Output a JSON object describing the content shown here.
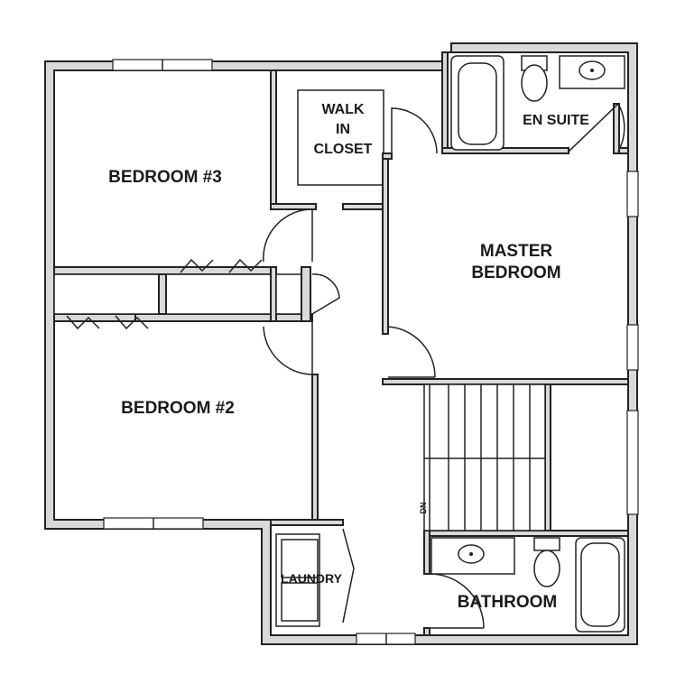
{
  "rooms": {
    "bedroom3": "BEDROOM #3",
    "bedroom2": "BEDROOM #2",
    "walk_in_closet": [
      "WALK",
      "IN",
      "CLOSET"
    ],
    "en_suite": "EN SUITE",
    "master_bedroom": [
      "MASTER",
      "BEDROOM"
    ],
    "laundry": "LAUNDRY",
    "bathroom": "BATHROOM"
  },
  "stairs": {
    "direction_label": "DN"
  }
}
